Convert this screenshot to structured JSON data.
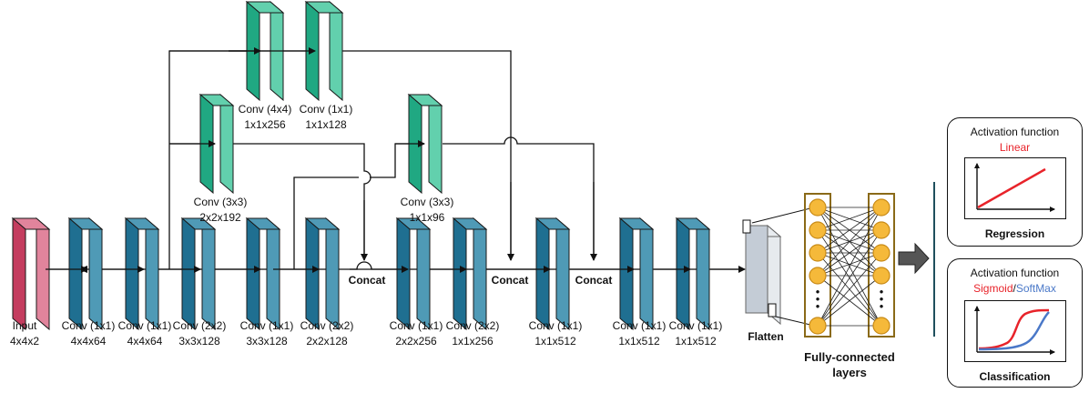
{
  "input": {
    "name": "Input",
    "dims": "4x4x2"
  },
  "layers": [
    {
      "name": "Conv (1x1)",
      "dims": "4x4x64"
    },
    {
      "name": "Conv (1x1)",
      "dims": "4x4x64"
    },
    {
      "name": "Conv (2x2)",
      "dims": "3x3x128"
    },
    {
      "name": "Conv (1x1)",
      "dims": "3x3x128"
    },
    {
      "name": "Conv (2x2)",
      "dims": "2x2x128"
    },
    {
      "name": "Conv (1x1)",
      "dims": "2x2x256"
    },
    {
      "name": "Conv (2x2)",
      "dims": "1x1x256"
    },
    {
      "name": "Conv (1x1)",
      "dims": "1x1x512"
    },
    {
      "name": "Conv (1x1)",
      "dims": "1x1x512"
    },
    {
      "name": "Conv (1x1)",
      "dims": "1x1x512"
    }
  ],
  "branches": [
    {
      "name": "Conv (4x4)",
      "dims": "1x1x256"
    },
    {
      "name": "Conv (1x1)",
      "dims": "1x1x128"
    },
    {
      "name": "Conv (3x3)",
      "dims": "2x2x192"
    },
    {
      "name": "Conv (3x3)",
      "dims": "1x1x96"
    }
  ],
  "concat_label": "Concat",
  "flatten_label": "Flatten",
  "fc": {
    "label_line1": "Fully-connected",
    "label_line2": "layers",
    "dots": "•\n•\n•"
  },
  "regression": {
    "title": "Activation function",
    "function": "Linear",
    "footer": "Regression"
  },
  "classification": {
    "title": "Activation function",
    "function_a": "Sigmoid",
    "separator": "/",
    "function_b": "SoftMax",
    "footer": "Classification"
  },
  "colors": {
    "input_face": "#c43d5f",
    "input_side": "#e1849c",
    "conv_face": "#1f6f91",
    "conv_side": "#4f9ab6",
    "branch_face": "#20a882",
    "branch_side": "#62d0ad",
    "neuron": "#f5b93a",
    "neuron_stroke": "#c88a16",
    "fc_box": "#8a6a18",
    "divider": "#1e4f5c",
    "linear": "#e8232a",
    "sigmoid": "#e8232a",
    "softmax": "#4a78c8",
    "flatten_face": "#c4ccd6"
  }
}
